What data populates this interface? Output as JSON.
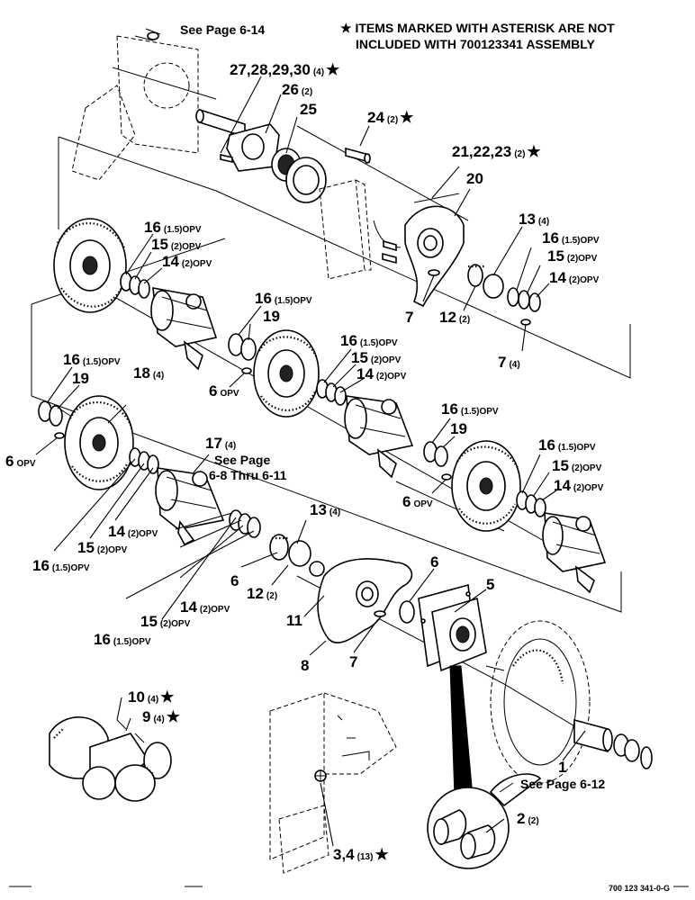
{
  "notes": {
    "top_left": "See Page 6-14",
    "asterisk_line1": "★ ITEMS MARKED WITH ASTERISK ARE NOT",
    "asterisk_line2": "INCLUDED WITH 700123341 ASSEMBLY",
    "see_page_17_line1": "See Page",
    "see_page_17_line2": "6-8 Thru 6-11",
    "see_page_1": "See Page 6-12",
    "drawing_number": "700 123 341-0-G"
  },
  "callouts": [
    {
      "key": "c27",
      "num": "27,28,29,30",
      "qty": "(4)",
      "mark": "★"
    },
    {
      "key": "c26",
      "num": "26",
      "qty": "(2)",
      "mark": ""
    },
    {
      "key": "c25",
      "num": "25",
      "qty": "",
      "mark": ""
    },
    {
      "key": "c24",
      "num": "24",
      "qty": "(2)",
      "mark": "★"
    },
    {
      "key": "c21",
      "num": "21,22,23",
      "qty": "(2)",
      "mark": "★"
    },
    {
      "key": "c20",
      "num": "20",
      "qty": "",
      "mark": ""
    },
    {
      "key": "c13a",
      "num": "13",
      "qty": "(4)",
      "mark": ""
    },
    {
      "key": "c16a",
      "num": "16",
      "qty": "(1.5)OPV",
      "mark": ""
    },
    {
      "key": "c15a",
      "num": "15",
      "qty": "(2)OPV",
      "mark": ""
    },
    {
      "key": "c14a",
      "num": "14",
      "qty": "(2)OPV",
      "mark": ""
    },
    {
      "key": "c16b",
      "num": "16",
      "qty": "(1.5)OPV",
      "mark": ""
    },
    {
      "key": "c15b",
      "num": "15",
      "qty": "(2)OPV",
      "mark": ""
    },
    {
      "key": "c14b",
      "num": "14",
      "qty": "(2)OPV",
      "mark": ""
    },
    {
      "key": "c7a",
      "num": "7",
      "qty": "",
      "mark": ""
    },
    {
      "key": "c12a",
      "num": "12",
      "qty": "(2)",
      "mark": ""
    },
    {
      "key": "c7b",
      "num": "7",
      "qty": "(4)",
      "mark": ""
    },
    {
      "key": "c16c",
      "num": "16",
      "qty": "(1.5)OPV",
      "mark": ""
    },
    {
      "key": "c19a",
      "num": "19",
      "qty": "",
      "mark": ""
    },
    {
      "key": "c6a",
      "num": "6",
      "qty": "OPV",
      "mark": ""
    },
    {
      "key": "c16d",
      "num": "16",
      "qty": "(1.5)OPV",
      "mark": ""
    },
    {
      "key": "c15c",
      "num": "15",
      "qty": "(2)OPV",
      "mark": ""
    },
    {
      "key": "c14c",
      "num": "14",
      "qty": "(2)OPV",
      "mark": ""
    },
    {
      "key": "c16e",
      "num": "16",
      "qty": "(1.5)OPV",
      "mark": ""
    },
    {
      "key": "c19b",
      "num": "19",
      "qty": "",
      "mark": ""
    },
    {
      "key": "c18",
      "num": "18",
      "qty": "(4)",
      "mark": ""
    },
    {
      "key": "c6b",
      "num": "6",
      "qty": "OPV",
      "mark": ""
    },
    {
      "key": "c16f",
      "num": "16",
      "qty": "(1.5)OPV",
      "mark": ""
    },
    {
      "key": "c19c",
      "num": "19",
      "qty": "",
      "mark": ""
    },
    {
      "key": "c6c",
      "num": "6",
      "qty": "OPV",
      "mark": ""
    },
    {
      "key": "c17",
      "num": "17",
      "qty": "(4)",
      "mark": ""
    },
    {
      "key": "c16g",
      "num": "16",
      "qty": "(1.5)OPV",
      "mark": ""
    },
    {
      "key": "c15d",
      "num": "15",
      "qty": "(2)OPV",
      "mark": ""
    },
    {
      "key": "c14d",
      "num": "14",
      "qty": "(2)OPV",
      "mark": ""
    },
    {
      "key": "c14e",
      "num": "14",
      "qty": "(2)OPV",
      "mark": ""
    },
    {
      "key": "c15e",
      "num": "15",
      "qty": "(2)OPV",
      "mark": ""
    },
    {
      "key": "c16h",
      "num": "16",
      "qty": "(1.5)OPV",
      "mark": ""
    },
    {
      "key": "c13b",
      "num": "13",
      "qty": "(4)",
      "mark": ""
    },
    {
      "key": "c6d",
      "num": "6",
      "qty": "",
      "mark": ""
    },
    {
      "key": "c12b",
      "num": "12",
      "qty": "(2)",
      "mark": ""
    },
    {
      "key": "c14f",
      "num": "14",
      "qty": "(2)OPV",
      "mark": ""
    },
    {
      "key": "c15f",
      "num": "15",
      "qty": "(2)OPV",
      "mark": ""
    },
    {
      "key": "c16i",
      "num": "16",
      "qty": "(1.5)OPV",
      "mark": ""
    },
    {
      "key": "c6e",
      "num": "6",
      "qty": "",
      "mark": ""
    },
    {
      "key": "c5",
      "num": "5",
      "qty": "",
      "mark": ""
    },
    {
      "key": "c11",
      "num": "11",
      "qty": "",
      "mark": ""
    },
    {
      "key": "c8",
      "num": "8",
      "qty": "",
      "mark": ""
    },
    {
      "key": "c7c",
      "num": "7",
      "qty": "",
      "mark": ""
    },
    {
      "key": "c10",
      "num": "10",
      "qty": "(4)",
      "mark": "★"
    },
    {
      "key": "c9",
      "num": "9",
      "qty": "(4)",
      "mark": "★"
    },
    {
      "key": "c1",
      "num": "1",
      "qty": "",
      "mark": ""
    },
    {
      "key": "c2",
      "num": "2",
      "qty": "(2)",
      "mark": ""
    },
    {
      "key": "c3",
      "num": "3,4",
      "qty": "(13)",
      "mark": "★"
    }
  ]
}
